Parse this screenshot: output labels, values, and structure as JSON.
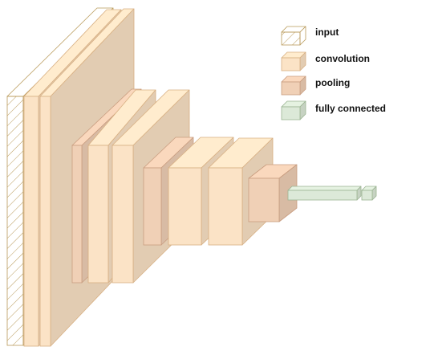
{
  "colors": {
    "input_fill": "#ffffff",
    "input_edge": "#b99a5a",
    "convolution_fill": "#fbe3c6",
    "convolution_edge": "#d8b083",
    "pooling_fill": "#f0d0b6",
    "pooling_edge": "#c99d80",
    "fully_connected_fill": "#dce9d8",
    "fully_connected_edge": "#9bb492"
  },
  "legend": {
    "input": "input",
    "convolution": "convolution",
    "pooling": "pooling",
    "fully_connected": "fully connected"
  },
  "layers": [
    {
      "id": "input",
      "kind": "input"
    },
    {
      "id": "conv1",
      "kind": "convolution"
    },
    {
      "id": "conv2",
      "kind": "convolution"
    },
    {
      "id": "pool1",
      "kind": "pooling"
    },
    {
      "id": "pool1-conv1",
      "kind": "convolution"
    },
    {
      "id": "pool1-conv2",
      "kind": "convolution"
    },
    {
      "id": "pool2",
      "kind": "pooling"
    },
    {
      "id": "pool2-conv1",
      "kind": "convolution"
    },
    {
      "id": "pool2-conv2",
      "kind": "convolution"
    },
    {
      "id": "pool3",
      "kind": "pooling"
    },
    {
      "id": "fc1",
      "kind": "fully_connected"
    },
    {
      "id": "fc2",
      "kind": "fully_connected"
    }
  ]
}
